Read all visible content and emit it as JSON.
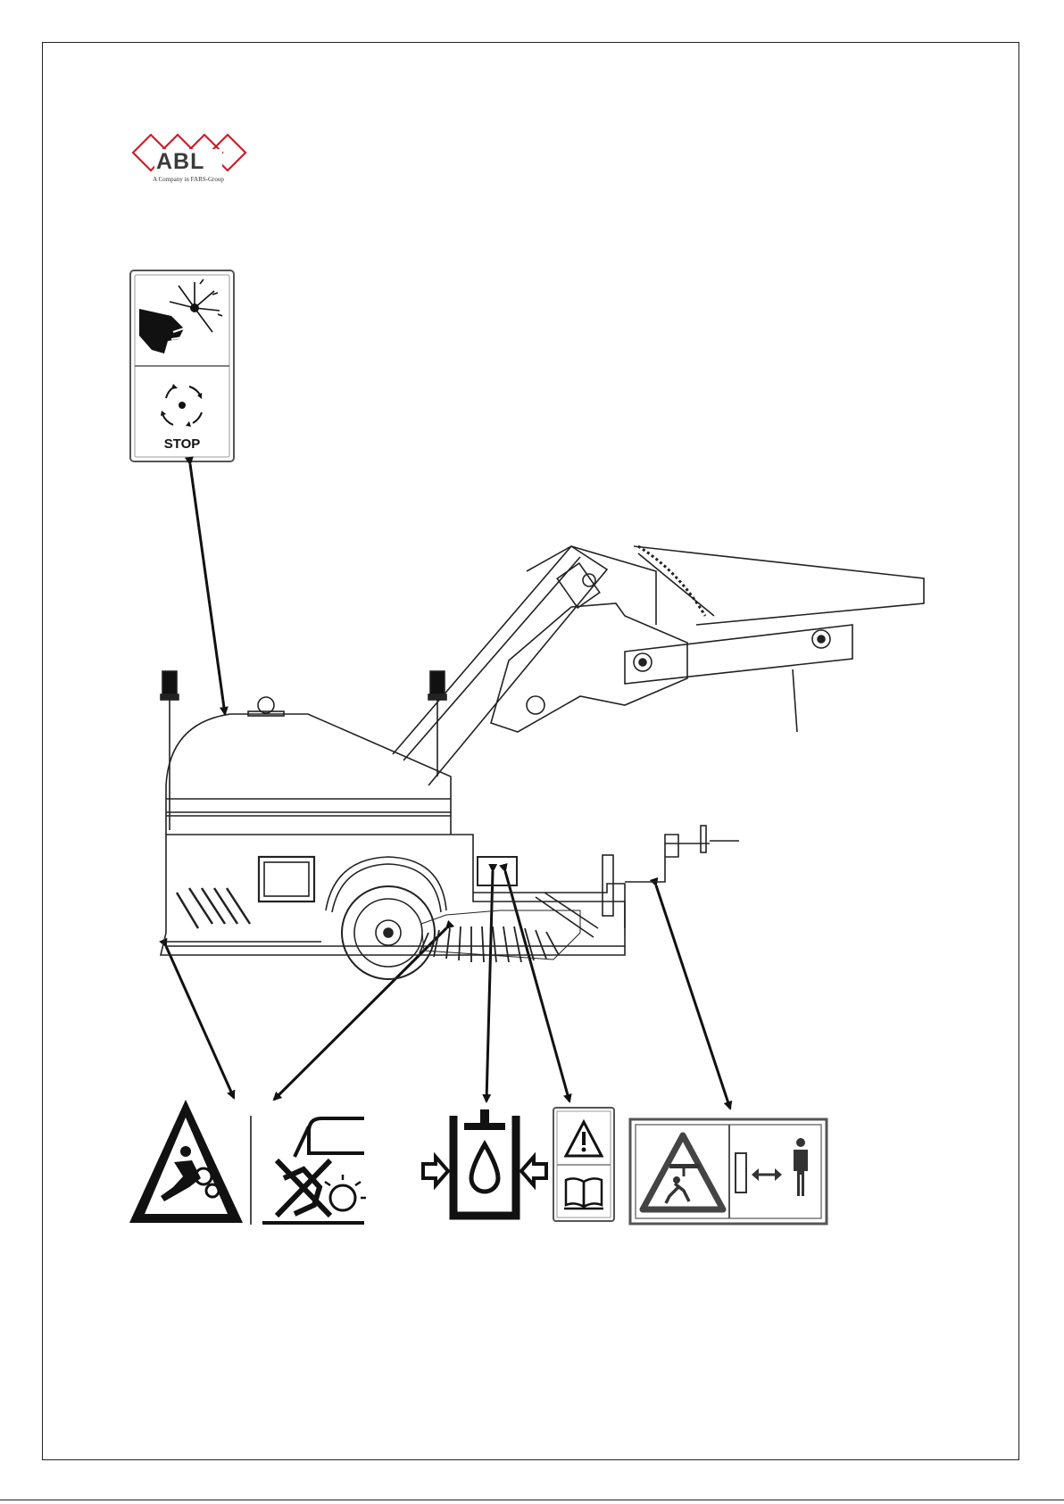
{
  "logo": {
    "wordmark": "ABL",
    "tagline": "A Company in FARS-Group"
  },
  "labels": {
    "stop": "STOP"
  },
  "colors": {
    "logo_red": "#cc1f2a",
    "line": "#111111"
  },
  "icons": [
    "rotating-brush-hand-hazard-icon",
    "stop-rotation-icon",
    "entanglement-warning-triangle-icon",
    "no-crawl-under-machine-icon",
    "hydraulic-pressure-icon",
    "caution-exclamation-icon",
    "read-manual-icon",
    "crush-hazard-warning-icon",
    "keep-distance-person-icon"
  ]
}
